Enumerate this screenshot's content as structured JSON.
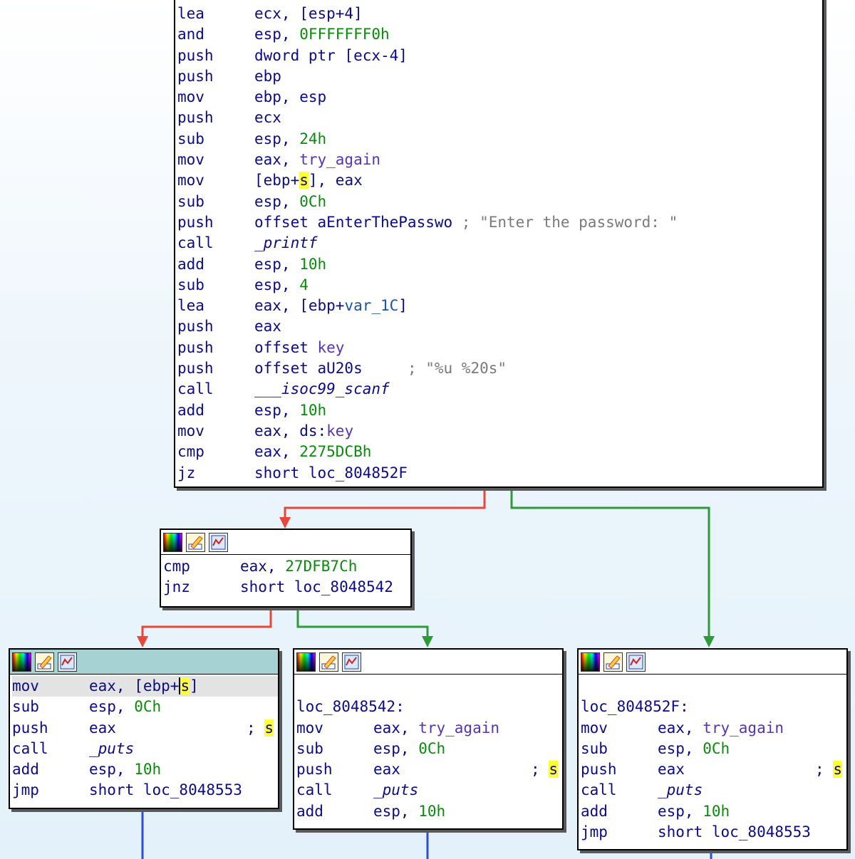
{
  "colors": {
    "edge_false": "#e8473b",
    "edge_true": "#2e9a3a",
    "edge_normal": "#2a4fd8",
    "node_selected_toolbar": "#a6d2d4"
  },
  "toolbar_icons": [
    "node-color-icon",
    "rename-icon",
    "graph-overview-icon"
  ],
  "main_block": {
    "lines": [
      {
        "mn": "lea",
        "ops": [
          {
            "t": "ecx, [esp+4]"
          }
        ]
      },
      {
        "mn": "and",
        "ops": [
          {
            "t": "esp, "
          },
          {
            "t": "0FFFFFFF0h",
            "c": "num"
          }
        ]
      },
      {
        "mn": "push",
        "ops": [
          {
            "t": "dword ptr [ecx-4]"
          }
        ]
      },
      {
        "mn": "push",
        "ops": [
          {
            "t": "ebp"
          }
        ]
      },
      {
        "mn": "mov",
        "ops": [
          {
            "t": "ebp, esp"
          }
        ]
      },
      {
        "mn": "push",
        "ops": [
          {
            "t": "ecx"
          }
        ]
      },
      {
        "mn": "sub",
        "ops": [
          {
            "t": "esp, "
          },
          {
            "t": "24h",
            "c": "num"
          }
        ]
      },
      {
        "mn": "mov",
        "ops": [
          {
            "t": "eax, "
          },
          {
            "t": "try_again",
            "c": "gvar"
          }
        ]
      },
      {
        "mn": "mov",
        "ops": [
          {
            "t": "[ebp+"
          },
          {
            "t": "s",
            "c": "yel"
          },
          {
            "t": "], eax"
          }
        ]
      },
      {
        "mn": "sub",
        "ops": [
          {
            "t": "esp, "
          },
          {
            "t": "0Ch",
            "c": "num"
          }
        ]
      },
      {
        "mn": "push",
        "ops": [
          {
            "t": "offset aEnterThePasswo "
          },
          {
            "t": "; \"Enter the password: \"",
            "c": "cmt"
          }
        ]
      },
      {
        "mn": "call",
        "ops": [
          {
            "t": "_printf",
            "c": "fn"
          }
        ]
      },
      {
        "mn": "add",
        "ops": [
          {
            "t": "esp, "
          },
          {
            "t": "10h",
            "c": "num"
          }
        ]
      },
      {
        "mn": "sub",
        "ops": [
          {
            "t": "esp, "
          },
          {
            "t": "4",
            "c": "num"
          }
        ]
      },
      {
        "mn": "lea",
        "ops": [
          {
            "t": "eax, [ebp+"
          },
          {
            "t": "var_1C",
            "c": "var"
          },
          {
            "t": "]"
          }
        ]
      },
      {
        "mn": "push",
        "ops": [
          {
            "t": "eax"
          }
        ]
      },
      {
        "mn": "push",
        "ops": [
          {
            "t": "offset "
          },
          {
            "t": "key",
            "c": "gvar"
          }
        ]
      },
      {
        "mn": "push",
        "ops": [
          {
            "t": "offset aU20s     "
          },
          {
            "t": "; \"%u %20s\"",
            "c": "cmt"
          }
        ]
      },
      {
        "mn": "call",
        "ops": [
          {
            "t": "___isoc99_scanf",
            "c": "fn"
          }
        ]
      },
      {
        "mn": "add",
        "ops": [
          {
            "t": "esp, "
          },
          {
            "t": "10h",
            "c": "num"
          }
        ]
      },
      {
        "mn": "mov",
        "ops": [
          {
            "t": "eax, ds:"
          },
          {
            "t": "key",
            "c": "gvar"
          }
        ]
      },
      {
        "mn": "cmp",
        "ops": [
          {
            "t": "eax, "
          },
          {
            "t": "2275DCBh",
            "c": "num"
          }
        ]
      },
      {
        "mn": "jz",
        "ops": [
          {
            "t": "short loc_804852F"
          }
        ]
      }
    ]
  },
  "block_cmp2": {
    "lines": [
      {
        "mn": "cmp",
        "ops": [
          {
            "t": "eax, "
          },
          {
            "t": "27DFB7Ch",
            "c": "num"
          }
        ]
      },
      {
        "mn": "jnz",
        "ops": [
          {
            "t": "short loc_8048542"
          }
        ]
      }
    ]
  },
  "block_left": {
    "lines": [
      {
        "mn": "mov",
        "hl": true,
        "ops": [
          {
            "t": "eax, [ebp+"
          },
          {
            "t": "s",
            "c": "yel cursor"
          },
          {
            "t": "]"
          }
        ]
      },
      {
        "mn": "sub",
        "ops": [
          {
            "t": "esp, "
          },
          {
            "t": "0Ch",
            "c": "num"
          }
        ]
      },
      {
        "mn": "push",
        "ops": [
          {
            "t": "eax"
          }
        ],
        "rc": "s"
      },
      {
        "mn": "call",
        "ops": [
          {
            "t": "_puts",
            "c": "fn"
          }
        ]
      },
      {
        "mn": "add",
        "ops": [
          {
            "t": "esp, "
          },
          {
            "t": "10h",
            "c": "num"
          }
        ]
      },
      {
        "mn": "jmp",
        "ops": [
          {
            "t": "short loc_8048553"
          }
        ]
      }
    ]
  },
  "block_mid": {
    "lines": [
      {
        "blank": true
      },
      {
        "label": "loc_8048542:"
      },
      {
        "mn": "mov",
        "ops": [
          {
            "t": "eax, "
          },
          {
            "t": "try_again",
            "c": "gvar"
          }
        ]
      },
      {
        "mn": "sub",
        "ops": [
          {
            "t": "esp, "
          },
          {
            "t": "0Ch",
            "c": "num"
          }
        ]
      },
      {
        "mn": "push",
        "ops": [
          {
            "t": "eax"
          }
        ],
        "rc": "s"
      },
      {
        "mn": "call",
        "ops": [
          {
            "t": "_puts",
            "c": "fn"
          }
        ]
      },
      {
        "mn": "add",
        "ops": [
          {
            "t": "esp, "
          },
          {
            "t": "10h",
            "c": "num"
          }
        ]
      }
    ]
  },
  "block_right": {
    "lines": [
      {
        "blank": true
      },
      {
        "label": "loc_804852F:"
      },
      {
        "mn": "mov",
        "ops": [
          {
            "t": "eax, "
          },
          {
            "t": "try_again",
            "c": "gvar"
          }
        ]
      },
      {
        "mn": "sub",
        "ops": [
          {
            "t": "esp, "
          },
          {
            "t": "0Ch",
            "c": "num"
          }
        ]
      },
      {
        "mn": "push",
        "ops": [
          {
            "t": "eax"
          }
        ],
        "rc": "s"
      },
      {
        "mn": "call",
        "ops": [
          {
            "t": "_puts",
            "c": "fn"
          }
        ]
      },
      {
        "mn": "add",
        "ops": [
          {
            "t": "esp, "
          },
          {
            "t": "10h",
            "c": "num"
          }
        ]
      },
      {
        "mn": "jmp",
        "ops": [
          {
            "t": "short loc_8048553"
          }
        ]
      }
    ]
  }
}
